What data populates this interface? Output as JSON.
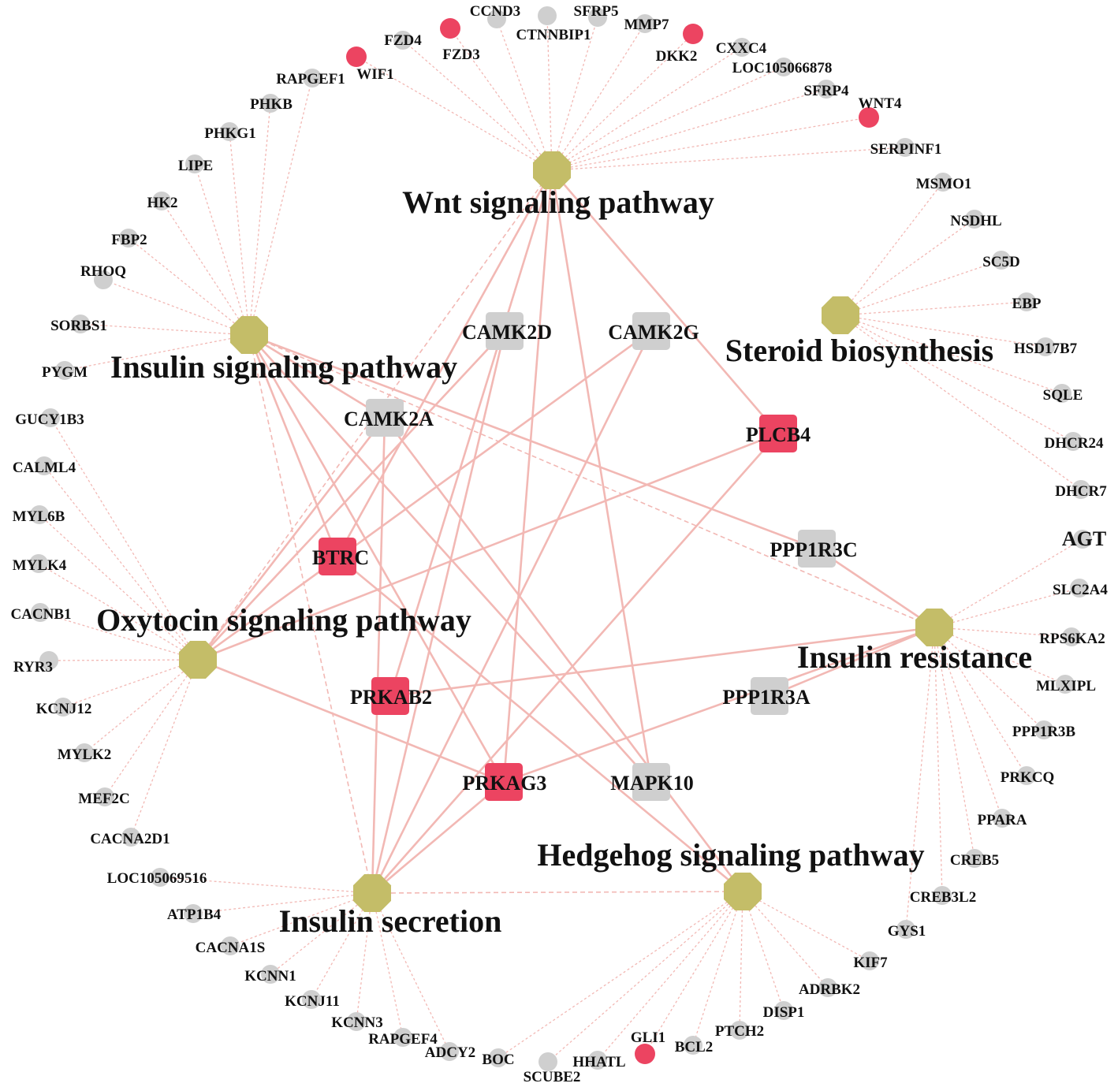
{
  "colors": {
    "pathway": "#c4bd68",
    "highlight": "#ec4461",
    "neutral": "#cfcfcf",
    "edge": "#f2b8b4",
    "edge_dashed": "#f5c4c0",
    "text": "#111111"
  },
  "pathways": [
    {
      "id": "wnt",
      "label": "Wnt signaling pathway"
    },
    {
      "id": "ins",
      "label": "Insulin signaling pathway"
    },
    {
      "id": "ste",
      "label": "Steroid biosynthesis"
    },
    {
      "id": "oxy",
      "label": "Oxytocin signaling pathway"
    },
    {
      "id": "ires",
      "label": "Insulin resistance"
    },
    {
      "id": "isec",
      "label": "Insulin secretion"
    },
    {
      "id": "hh",
      "label": "Hedgehog signaling pathway"
    }
  ],
  "hub_genes": [
    {
      "id": "CAMK2D",
      "label": "CAMK2D",
      "color": "neutral"
    },
    {
      "id": "CAMK2G",
      "label": "CAMK2G",
      "color": "neutral"
    },
    {
      "id": "CAMK2A",
      "label": "CAMK2A",
      "color": "neutral"
    },
    {
      "id": "PLCB4",
      "label": "PLCB4",
      "color": "highlight"
    },
    {
      "id": "BTRC",
      "label": "BTRC",
      "color": "highlight"
    },
    {
      "id": "PPP1R3C",
      "label": "PPP1R3C",
      "color": "neutral"
    },
    {
      "id": "PRKAB2",
      "label": "PRKAB2",
      "color": "highlight"
    },
    {
      "id": "PPP1R3A",
      "label": "PPP1R3A",
      "color": "neutral"
    },
    {
      "id": "PRKAG3",
      "label": "PRKAG3",
      "color": "highlight"
    },
    {
      "id": "MAPK10",
      "label": "MAPK10",
      "color": "neutral"
    }
  ],
  "genes": [
    {
      "id": "CCND3",
      "label": "CCND3",
      "color": "neutral",
      "pathway": "wnt"
    },
    {
      "id": "CTNNBIP1",
      "label": "CTNNBIP1",
      "color": "neutral",
      "pathway": "wnt"
    },
    {
      "id": "SFRP5",
      "label": "SFRP5",
      "color": "neutral",
      "pathway": "wnt"
    },
    {
      "id": "MMP7",
      "label": "MMP7",
      "color": "neutral",
      "pathway": "wnt"
    },
    {
      "id": "FZD3",
      "label": "FZD3",
      "color": "highlight",
      "pathway": "wnt"
    },
    {
      "id": "FZD4",
      "label": "FZD4",
      "color": "neutral",
      "pathway": "wnt"
    },
    {
      "id": "DKK2",
      "label": "DKK2",
      "color": "highlight",
      "pathway": "wnt"
    },
    {
      "id": "CXXC4",
      "label": "CXXC4",
      "color": "neutral",
      "pathway": "wnt"
    },
    {
      "id": "LOC105066878",
      "label": "LOC105066878",
      "color": "neutral",
      "pathway": "wnt"
    },
    {
      "id": "WIF1",
      "label": "WIF1",
      "color": "highlight",
      "pathway": "wnt"
    },
    {
      "id": "SFRP4",
      "label": "SFRP4",
      "color": "neutral",
      "pathway": "wnt"
    },
    {
      "id": "WNT4",
      "label": "WNT4",
      "color": "highlight",
      "pathway": "wnt"
    },
    {
      "id": "SERPINF1",
      "label": "SERPINF1",
      "color": "neutral",
      "pathway": "wnt"
    },
    {
      "id": "RAPGEF1",
      "label": "RAPGEF1",
      "color": "neutral",
      "pathway": "ins"
    },
    {
      "id": "PHKB",
      "label": "PHKB",
      "color": "neutral",
      "pathway": "ins"
    },
    {
      "id": "PHKG1",
      "label": "PHKG1",
      "color": "neutral",
      "pathway": "ins"
    },
    {
      "id": "LIPE",
      "label": "LIPE",
      "color": "neutral",
      "pathway": "ins"
    },
    {
      "id": "HK2",
      "label": "HK2",
      "color": "neutral",
      "pathway": "ins"
    },
    {
      "id": "FBP2",
      "label": "FBP2",
      "color": "neutral",
      "pathway": "ins"
    },
    {
      "id": "RHOQ",
      "label": "RHOQ",
      "color": "neutral",
      "pathway": "ins"
    },
    {
      "id": "SORBS1",
      "label": "SORBS1",
      "color": "neutral",
      "pathway": "ins"
    },
    {
      "id": "PYGM",
      "label": "PYGM",
      "color": "neutral",
      "pathway": "ins"
    },
    {
      "id": "MSMO1",
      "label": "MSMO1",
      "color": "neutral",
      "pathway": "ste"
    },
    {
      "id": "NSDHL",
      "label": "NSDHL",
      "color": "neutral",
      "pathway": "ste"
    },
    {
      "id": "SC5D",
      "label": "SC5D",
      "color": "neutral",
      "pathway": "ste"
    },
    {
      "id": "EBP",
      "label": "EBP",
      "color": "neutral",
      "pathway": "ste"
    },
    {
      "id": "HSD17B7",
      "label": "HSD17B7",
      "color": "neutral",
      "pathway": "ste"
    },
    {
      "id": "SQLE",
      "label": "SQLE",
      "color": "neutral",
      "pathway": "ste"
    },
    {
      "id": "DHCR24",
      "label": "DHCR24",
      "color": "neutral",
      "pathway": "ste"
    },
    {
      "id": "DHCR7",
      "label": "DHCR7",
      "color": "neutral",
      "pathway": "ste"
    },
    {
      "id": "GUCY1B3",
      "label": "GUCY1B3",
      "color": "neutral",
      "pathway": "oxy"
    },
    {
      "id": "CALML4",
      "label": "CALML4",
      "color": "neutral",
      "pathway": "oxy"
    },
    {
      "id": "MYL6B",
      "label": "MYL6B",
      "color": "neutral",
      "pathway": "oxy"
    },
    {
      "id": "MYLK4",
      "label": "MYLK4",
      "color": "neutral",
      "pathway": "oxy"
    },
    {
      "id": "CACNB1",
      "label": "CACNB1",
      "color": "neutral",
      "pathway": "oxy"
    },
    {
      "id": "RYR3",
      "label": "RYR3",
      "color": "neutral",
      "pathway": "oxy"
    },
    {
      "id": "KCNJ12",
      "label": "KCNJ12",
      "color": "neutral",
      "pathway": "oxy"
    },
    {
      "id": "MYLK2",
      "label": "MYLK2",
      "color": "neutral",
      "pathway": "oxy"
    },
    {
      "id": "MEF2C",
      "label": "MEF2C",
      "color": "neutral",
      "pathway": "oxy"
    },
    {
      "id": "CACNA2D1",
      "label": "CACNA2D1",
      "color": "neutral",
      "pathway": "oxy"
    },
    {
      "id": "AGT",
      "label": "AGT",
      "color": "neutral",
      "pathway": "ires"
    },
    {
      "id": "SLC2A4",
      "label": "SLC2A4",
      "color": "neutral",
      "pathway": "ires"
    },
    {
      "id": "RPS6KA2",
      "label": "RPS6KA2",
      "color": "neutral",
      "pathway": "ires"
    },
    {
      "id": "MLXIPL",
      "label": "MLXIPL",
      "color": "neutral",
      "pathway": "ires"
    },
    {
      "id": "PPP1R3B",
      "label": "PPP1R3B",
      "color": "neutral",
      "pathway": "ires"
    },
    {
      "id": "PRKCQ",
      "label": "PRKCQ",
      "color": "neutral",
      "pathway": "ires"
    },
    {
      "id": "PPARA",
      "label": "PPARA",
      "color": "neutral",
      "pathway": "ires"
    },
    {
      "id": "CREB5",
      "label": "CREB5",
      "color": "neutral",
      "pathway": "ires"
    },
    {
      "id": "CREB3L2",
      "label": "CREB3L2",
      "color": "neutral",
      "pathway": "ires"
    },
    {
      "id": "GYS1",
      "label": "GYS1",
      "color": "neutral",
      "pathway": "ires"
    },
    {
      "id": "LOC105069516",
      "label": "LOC105069516",
      "color": "neutral",
      "pathway": "isec"
    },
    {
      "id": "ATP1B4",
      "label": "ATP1B4",
      "color": "neutral",
      "pathway": "isec"
    },
    {
      "id": "CACNA1S",
      "label": "CACNA1S",
      "color": "neutral",
      "pathway": "isec"
    },
    {
      "id": "KCNN1",
      "label": "KCNN1",
      "color": "neutral",
      "pathway": "isec"
    },
    {
      "id": "KCNJ11",
      "label": "KCNJ11",
      "color": "neutral",
      "pathway": "isec"
    },
    {
      "id": "KCNN3",
      "label": "KCNN3",
      "color": "neutral",
      "pathway": "isec"
    },
    {
      "id": "RAPGEF4",
      "label": "RAPGEF4",
      "color": "neutral",
      "pathway": "isec"
    },
    {
      "id": "ADCY2",
      "label": "ADCY2",
      "color": "neutral",
      "pathway": "isec"
    },
    {
      "id": "BOC",
      "label": "BOC",
      "color": "neutral",
      "pathway": "hh"
    },
    {
      "id": "SCUBE2",
      "label": "SCUBE2",
      "color": "neutral",
      "pathway": "hh"
    },
    {
      "id": "HHATL",
      "label": "HHATL",
      "color": "neutral",
      "pathway": "hh"
    },
    {
      "id": "GLI1",
      "label": "GLI1",
      "color": "highlight",
      "pathway": "hh"
    },
    {
      "id": "BCL2",
      "label": "BCL2",
      "color": "neutral",
      "pathway": "hh"
    },
    {
      "id": "PTCH2",
      "label": "PTCH2",
      "color": "neutral",
      "pathway": "hh"
    },
    {
      "id": "DISP1",
      "label": "DISP1",
      "color": "neutral",
      "pathway": "hh"
    },
    {
      "id": "ADRBK2",
      "label": "ADRBK2",
      "color": "neutral",
      "pathway": "hh"
    },
    {
      "id": "KIF7",
      "label": "KIF7",
      "color": "neutral",
      "pathway": "hh"
    }
  ],
  "hub_links": [
    [
      "wnt",
      "BTRC"
    ],
    [
      "wnt",
      "PLCB4"
    ],
    [
      "wnt",
      "MAPK10"
    ],
    [
      "wnt",
      "PRKAB2"
    ],
    [
      "wnt",
      "PRKAG3"
    ],
    [
      "wnt",
      "oxy"
    ],
    [
      "ins",
      "BTRC"
    ],
    [
      "ins",
      "CAMK2A"
    ],
    [
      "ins",
      "PPP1R3C"
    ],
    [
      "ins",
      "PRKAG3"
    ],
    [
      "ins",
      "MAPK10"
    ],
    [
      "ins",
      "ires"
    ],
    [
      "ins",
      "isec"
    ],
    [
      "oxy",
      "CAMK2D"
    ],
    [
      "oxy",
      "CAMK2G"
    ],
    [
      "oxy",
      "CAMK2A"
    ],
    [
      "oxy",
      "PLCB4"
    ],
    [
      "oxy",
      "PRKAG3"
    ],
    [
      "isec",
      "CAMK2D"
    ],
    [
      "isec",
      "CAMK2G"
    ],
    [
      "isec",
      "CAMK2A"
    ],
    [
      "isec",
      "PLCB4"
    ],
    [
      "isec",
      "PRKAG3"
    ],
    [
      "ires",
      "PRKAB2"
    ],
    [
      "ires",
      "PRKAG3"
    ],
    [
      "ires",
      "PPP1R3A"
    ],
    [
      "ires",
      "PPP1R3C"
    ],
    [
      "hh",
      "BTRC"
    ],
    [
      "hh",
      "CAMK2A"
    ],
    [
      "hh",
      "isec"
    ]
  ]
}
